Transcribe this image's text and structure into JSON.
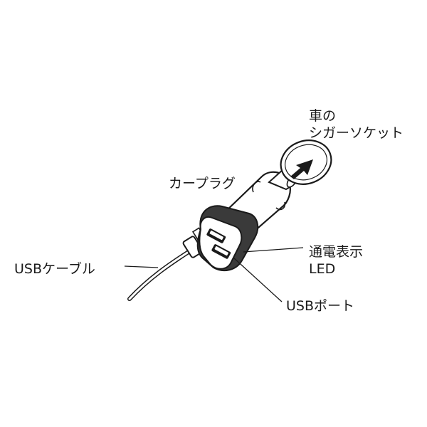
{
  "labels": {
    "cigar_socket_line1": "車の",
    "cigar_socket_line2": "シガーソケット",
    "car_plug": "カープラグ",
    "usb_cable": "USBケーブル",
    "power_led_line1": "通電表示",
    "power_led_line2": "LED",
    "usb_port": "USBポート"
  },
  "colors": {
    "ink": "#1a1a1a",
    "plug_body": "#ffffff",
    "port_housing": "#3a3a3a",
    "socket_fill": "#ffffff"
  },
  "icons": {
    "insert_arrow": "arrow-icon"
  }
}
